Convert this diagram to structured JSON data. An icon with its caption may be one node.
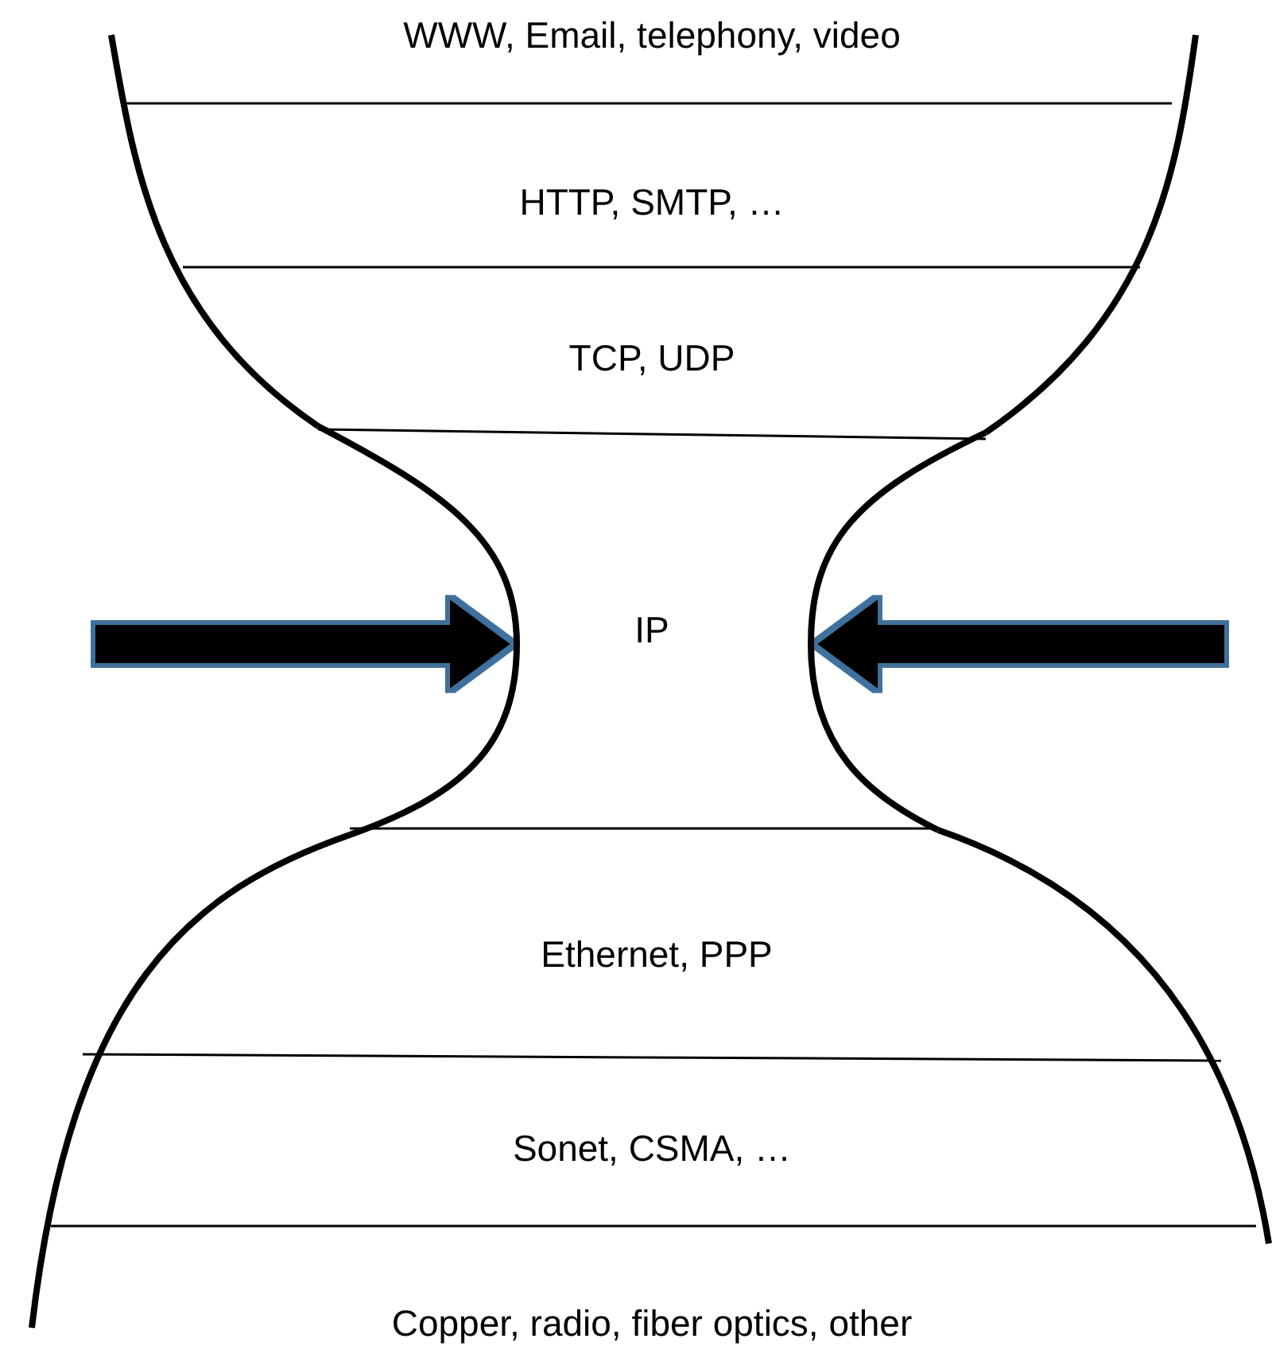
{
  "diagram": {
    "nodes": [
      {
        "text": [
          "WWW, Email, telephony, video"
        ]
      },
      {
        "text": [
          "HTTP, SMTP, …"
        ]
      },
      {
        "text": [
          "TCP, UDP"
        ]
      },
      {
        "text": [
          "IP"
        ]
      },
      {
        "text": [
          "Ethernet, PPP"
        ]
      },
      {
        "text": [
          "Sonet, CSMA, …"
        ]
      },
      {
        "text": [
          "Copper, radio, fiber optics, other"
        ]
      }
    ],
    "edges": [
      {
        "from": null,
        "to": 3,
        "arrow": "to"
      },
      {
        "from": null,
        "to": 3,
        "arrow": "to"
      }
    ]
  }
}
